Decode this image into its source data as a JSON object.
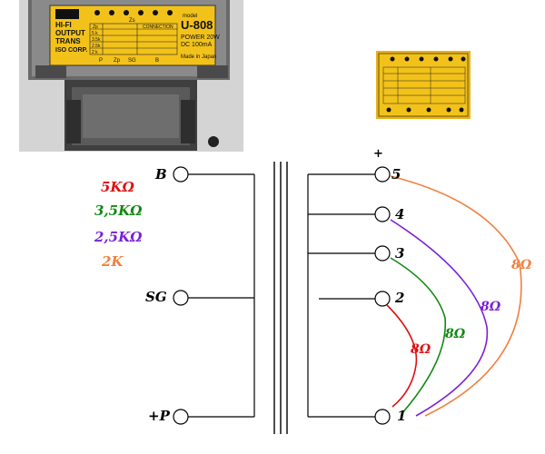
{
  "photo": {
    "logo": "ISO",
    "brand_lines": [
      "HI-FI",
      "OUTPUT",
      "TRANS",
      "ISO CORP."
    ],
    "model_label": "model",
    "model": "U-808",
    "power": "POWER 20W",
    "dc": "DC 100mA",
    "made_in": "Made in Japan",
    "table_header_zs": "Zs",
    "table_header_zp": "Zp",
    "table_header_connection": "CONNECTION",
    "bottom_labels": [
      "P",
      "Zp",
      "SG",
      "B"
    ],
    "zp_rows": [
      "5 k",
      "3.5k",
      "2.5k",
      "2 k"
    ]
  },
  "primary": {
    "b_label": "B",
    "sg_label": "SG",
    "p_label": "+P"
  },
  "secondary": {
    "plus": "+",
    "taps": [
      "5",
      "4",
      "3",
      "2",
      "1"
    ]
  },
  "legend": [
    {
      "label": "5KΩ",
      "color": "#dd1111"
    },
    {
      "label": "3,5KΩ",
      "color": "#118811"
    },
    {
      "label": "2,5KΩ",
      "color": "#7a1fd6"
    },
    {
      "label": "2K",
      "color": "#f08040"
    }
  ],
  "impedance": {
    "red": "8Ω",
    "green": "8Ω",
    "purple": "8Ω",
    "orange": "8Ω"
  },
  "colors": {
    "plate_yellow": "#f2c21b",
    "transformer_dark": "#3b3b3b",
    "wire": "#000000"
  },
  "icons": [
    "transformer-photo",
    "terminal-circle"
  ]
}
